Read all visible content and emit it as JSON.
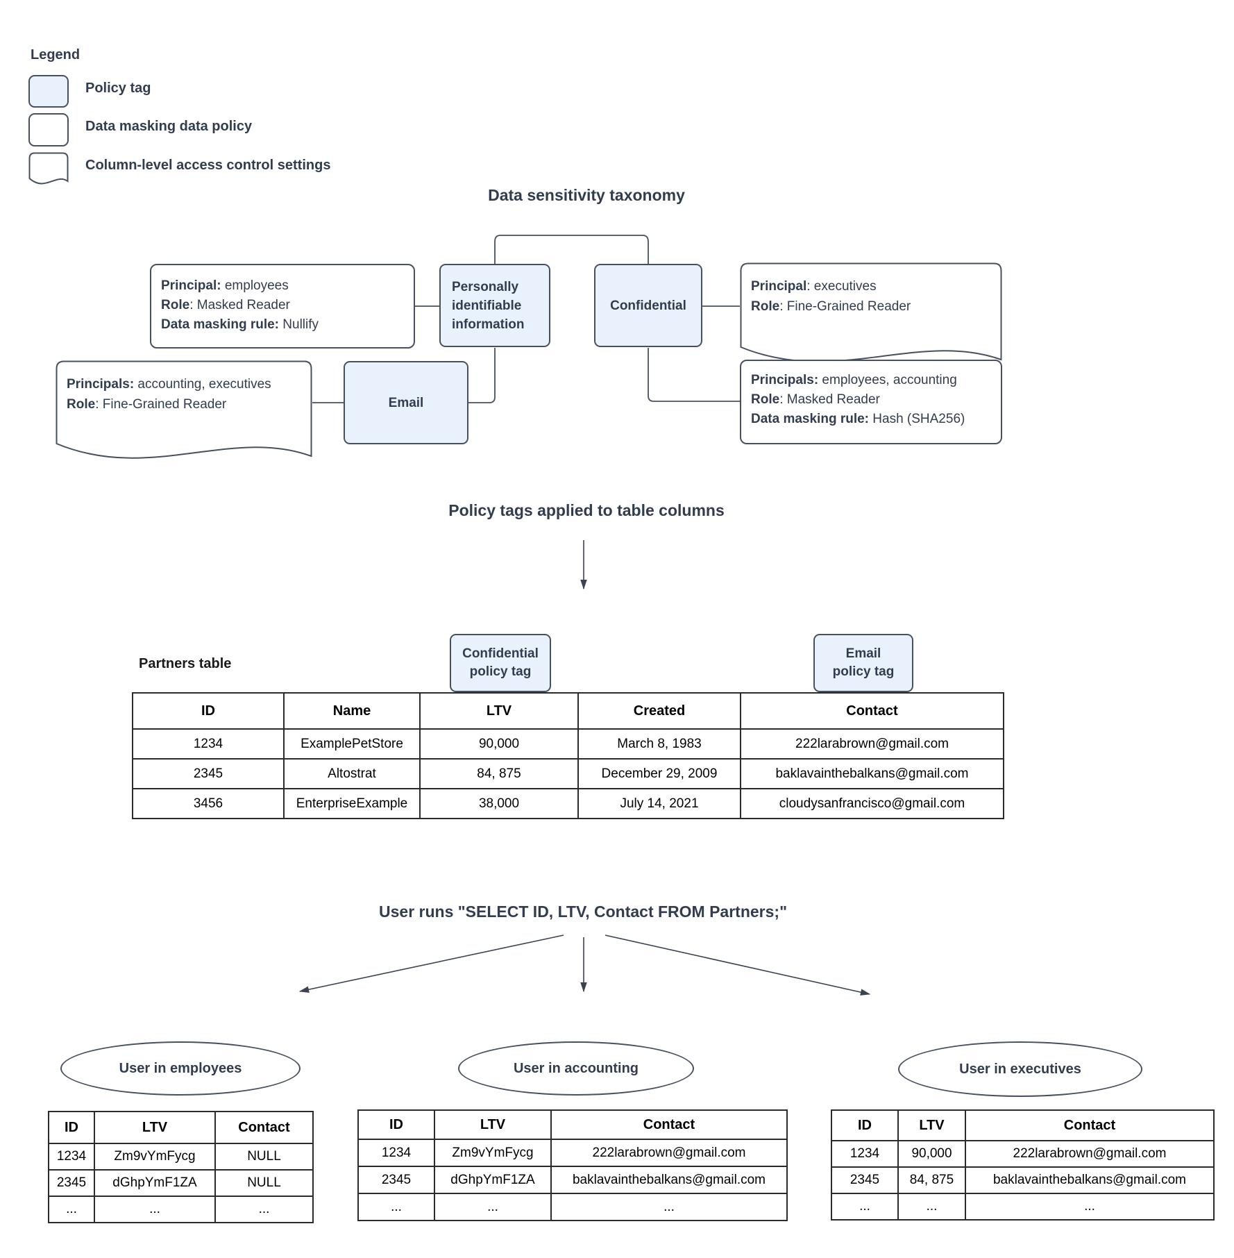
{
  "colors": {
    "policy_tag_fill": "#E9F1FC",
    "shape_border": "#47505E",
    "heading_text": "#313D4F",
    "table_border": "#2B2B2B"
  },
  "legend": {
    "title": "Legend",
    "policy_tag_label": "Policy tag",
    "data_policy_label": "Data masking data policy",
    "access_control_label": "Column-level access control settings"
  },
  "taxonomy": {
    "title": "Data sensitivity taxonomy",
    "pii_tag": "Personally identifiable information",
    "confidential_tag": "Confidential",
    "email_tag": "Email",
    "nullify_policy": {
      "l1b": "Principal:",
      "l1": " employees",
      "l2b": "Role",
      "l2": ": Masked Reader",
      "l3b": "Data masking rule:",
      "l3": " Nullify"
    },
    "executives_acl": {
      "l1b": "Principal",
      "l1": ": executives",
      "l2b": "Role",
      "l2": ": Fine-Grained Reader"
    },
    "accounting_acl": {
      "l1b": "Principals:",
      "l1": " accounting, executives",
      "l2b": "Role",
      "l2": ": Fine-Grained Reader"
    },
    "hash_policy": {
      "l1b": "Principals:",
      "l1": " employees, accounting",
      "l2b": "Role",
      "l2": ": Masked Reader",
      "l3b": "Data masking rule:",
      "l3": " Hash (SHA256)"
    }
  },
  "applied": {
    "title": "Policy tags applied to table columns",
    "table_label": "Partners table",
    "confidential_chip_line1": "Confidential",
    "confidential_chip_line2": "policy tag",
    "email_chip_line1": "Email",
    "email_chip_line2": "policy tag"
  },
  "partners": {
    "headers": [
      "ID",
      "Name",
      "LTV",
      "Created",
      "Contact"
    ],
    "rows": [
      [
        "1234",
        "ExamplePetStore",
        "90,000",
        "March 8, 1983",
        "222larabrown@gmail.com"
      ],
      [
        "2345",
        "Altostrat",
        "84, 875",
        "December 29, 2009",
        "baklavainthebalkans@gmail.com"
      ],
      [
        "3456",
        "EnterpriseExample",
        "38,000",
        "July 14, 2021",
        "cloudysanfrancisco@gmail.com"
      ]
    ]
  },
  "query": {
    "title": "User runs \"SELECT ID, LTV, Contact FROM Partners;\""
  },
  "results": {
    "employees": {
      "title": "User in employees",
      "headers": [
        "ID",
        "LTV",
        "Contact"
      ],
      "rows": [
        [
          "1234",
          "Zm9vYmFycg",
          "NULL"
        ],
        [
          "2345",
          "dGhpYmF1ZA",
          "NULL"
        ],
        [
          "...",
          "...",
          "..."
        ]
      ]
    },
    "accounting": {
      "title": "User in accounting",
      "headers": [
        "ID",
        "LTV",
        "Contact"
      ],
      "rows": [
        [
          "1234",
          "Zm9vYmFycg",
          "222larabrown@gmail.com"
        ],
        [
          "2345",
          "dGhpYmF1ZA",
          "baklavainthebalkans@gmail.com"
        ],
        [
          "...",
          "...",
          "..."
        ]
      ]
    },
    "executives": {
      "title": "User in executives",
      "headers": [
        "ID",
        "LTV",
        "Contact"
      ],
      "rows": [
        [
          "1234",
          "90,000",
          "222larabrown@gmail.com"
        ],
        [
          "2345",
          "84, 875",
          "baklavainthebalkans@gmail.com"
        ],
        [
          "...",
          "...",
          "..."
        ]
      ]
    }
  }
}
